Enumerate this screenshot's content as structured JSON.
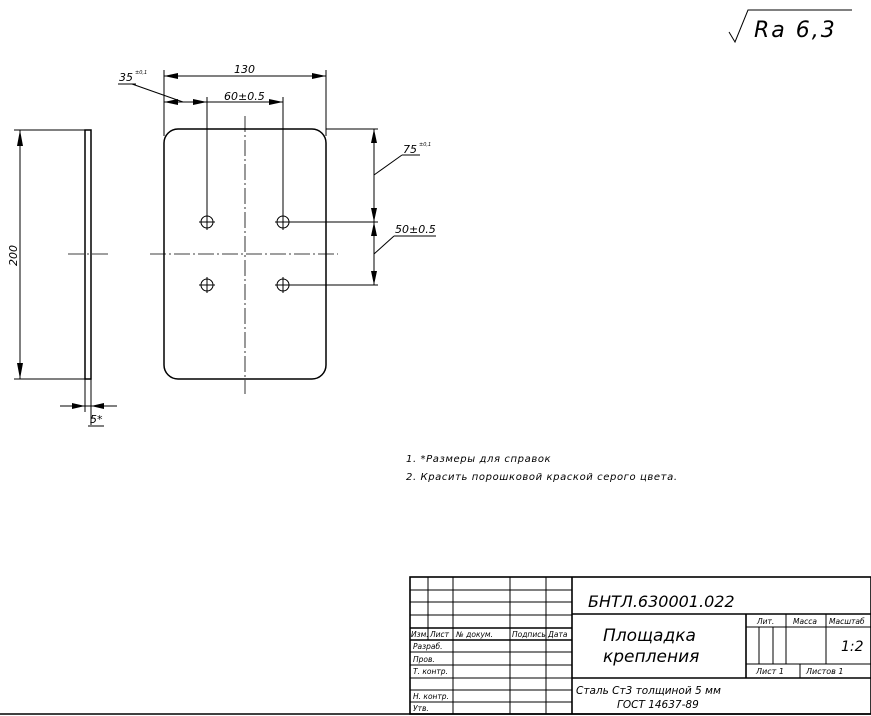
{
  "roughness": {
    "label": "Ra 6,3"
  },
  "dims": {
    "width": "130",
    "hole_x": "60±0.5",
    "hole_x_offset": "35",
    "hole_x_offset_tol": "±0,1",
    "height": "200",
    "hole_y_offset": "75",
    "hole_y_offset_tol": "±0,1",
    "hole_y": "50±0.5",
    "thickness": "5*"
  },
  "notes": [
    "1.  *Размеры для справок",
    "2.  Красить порошковой краской серого цвета."
  ],
  "title_block": {
    "designation": "БНТЛ.630001.022",
    "name_line1": "Площадка",
    "name_line2": "крепления",
    "material_line1": "Сталь Ст3 толщиной 5 мм",
    "material_line2": "ГОСТ 14637-89",
    "col_izm": "Изм.",
    "col_list": "Лист",
    "col_doc": "№ докум.",
    "col_sign": "Подпись",
    "col_date": "Дата",
    "row_razrab": "Разраб.",
    "row_prov": "Пров.",
    "row_tkontr": "Т. контр.",
    "row_nkontr": "Н. контр.",
    "row_utv": "Утв.",
    "lit": "Лит.",
    "mass": "Масса",
    "scale": "Масштаб",
    "scale_value": "1:2",
    "sheet": "Лист 1",
    "sheets": "Листов 1"
  }
}
